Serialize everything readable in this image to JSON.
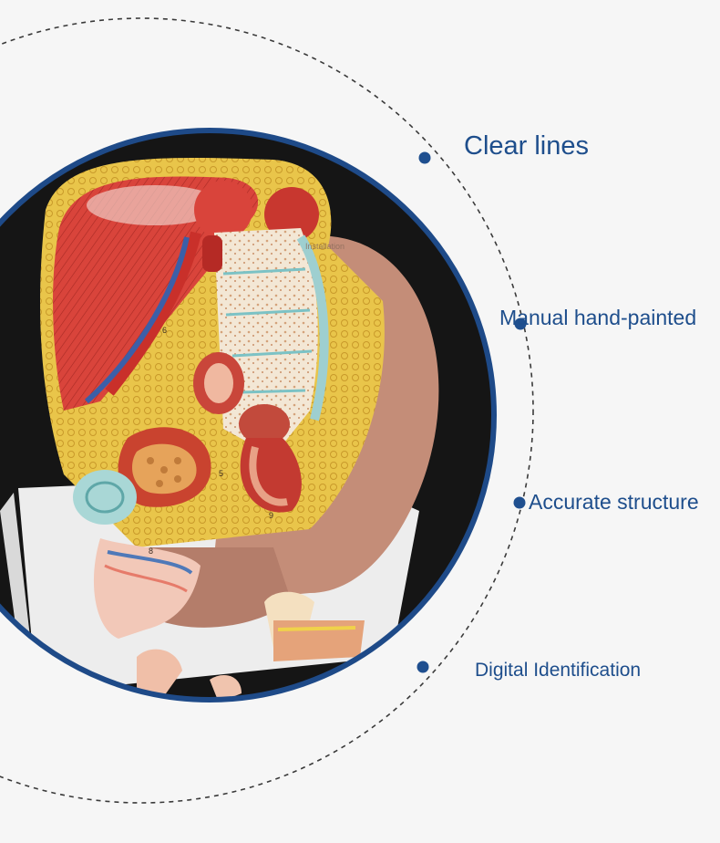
{
  "features": [
    {
      "label": "Clear lines"
    },
    {
      "label": "Manual hand-painted"
    },
    {
      "label": "Accurate structure"
    },
    {
      "label": "Digital Identification"
    }
  ],
  "model_watermark": "Installation",
  "colors": {
    "accent": "#1e4e8c",
    "dot": "#1f4f8f",
    "ring": "#1e4a88",
    "dashed_line": "#3a3a3a",
    "background": "#f6f6f6"
  }
}
